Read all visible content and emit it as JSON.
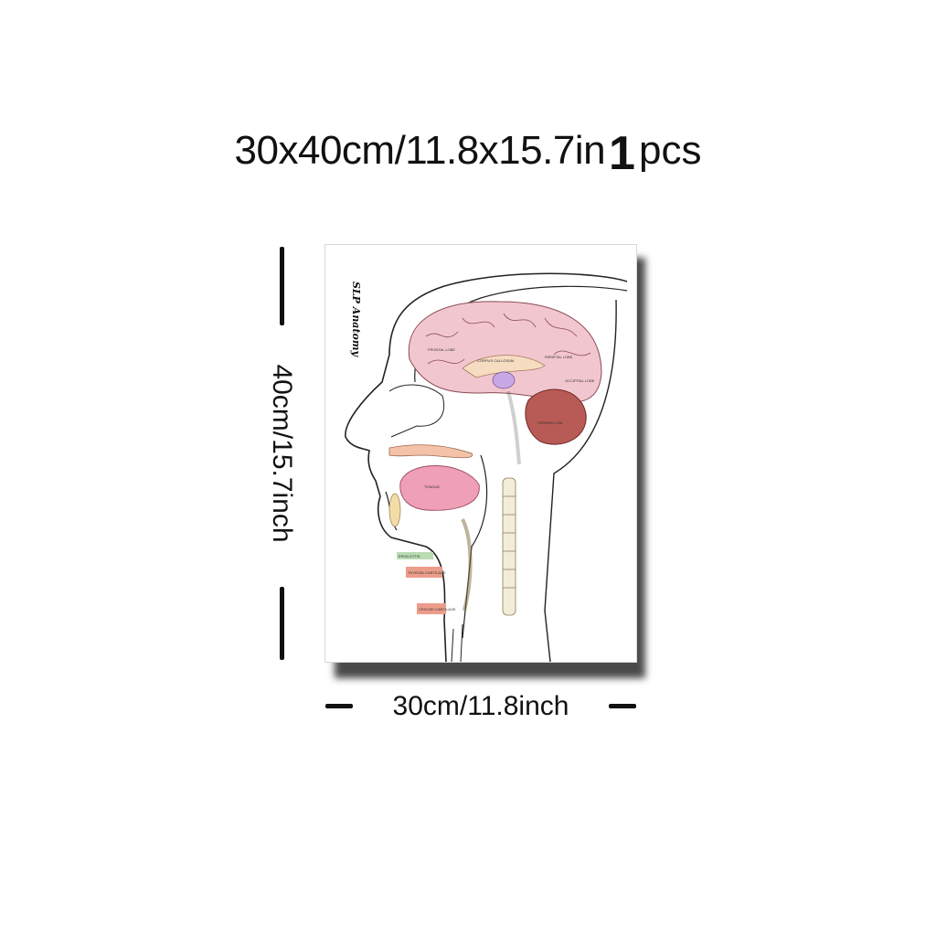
{
  "headline": {
    "size_text": "30x40cm/11.8x15.7in",
    "quantity": "1",
    "unit": "pcs"
  },
  "dimensions": {
    "width_label": "30cm/11.8inch",
    "height_label": "40cm/15.7inch"
  },
  "poster": {
    "title": "SLP Anatomy",
    "labels": {
      "frontal_lobe": "FRONTAL LOBE",
      "corpus_callosum": "CORPUS CALLOSUM",
      "parietal_lobe": "PARIETAL LOBE",
      "occipital_lobe": "OCCIPITAL LOBE",
      "cerebellum": "CEREBELLUM",
      "tongue": "TONGUE",
      "epiglottis": "EPIGLOTTIS",
      "thyroid_cartilage": "THYROID CARTILAGE",
      "cricoid_cartilage": "CRICOID CARTILAGE"
    },
    "colors": {
      "brain": "#f2c6cf",
      "corpus_callosum": "#f6dcc0",
      "cerebellum": "#b85a55",
      "tongue": "#ef9fb6",
      "palate": "#f3c2a8",
      "thalamus": "#c9a8e6",
      "spine": "#f3ecd7",
      "epiglottis_tag": "#b9dcb2",
      "cartilage_tag": "#ec9c8a"
    }
  }
}
